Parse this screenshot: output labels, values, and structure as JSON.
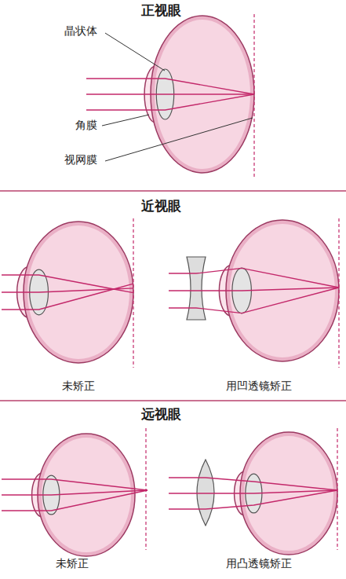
{
  "diagram": {
    "labels": [
      "正视眼",
      "晶状体",
      "角膜",
      "视网膜",
      "近视眼",
      "未矫正",
      "用凹透镜矫正",
      "远视眼",
      "未矫正",
      "用凸透镜矫正"
    ]
  }
}
